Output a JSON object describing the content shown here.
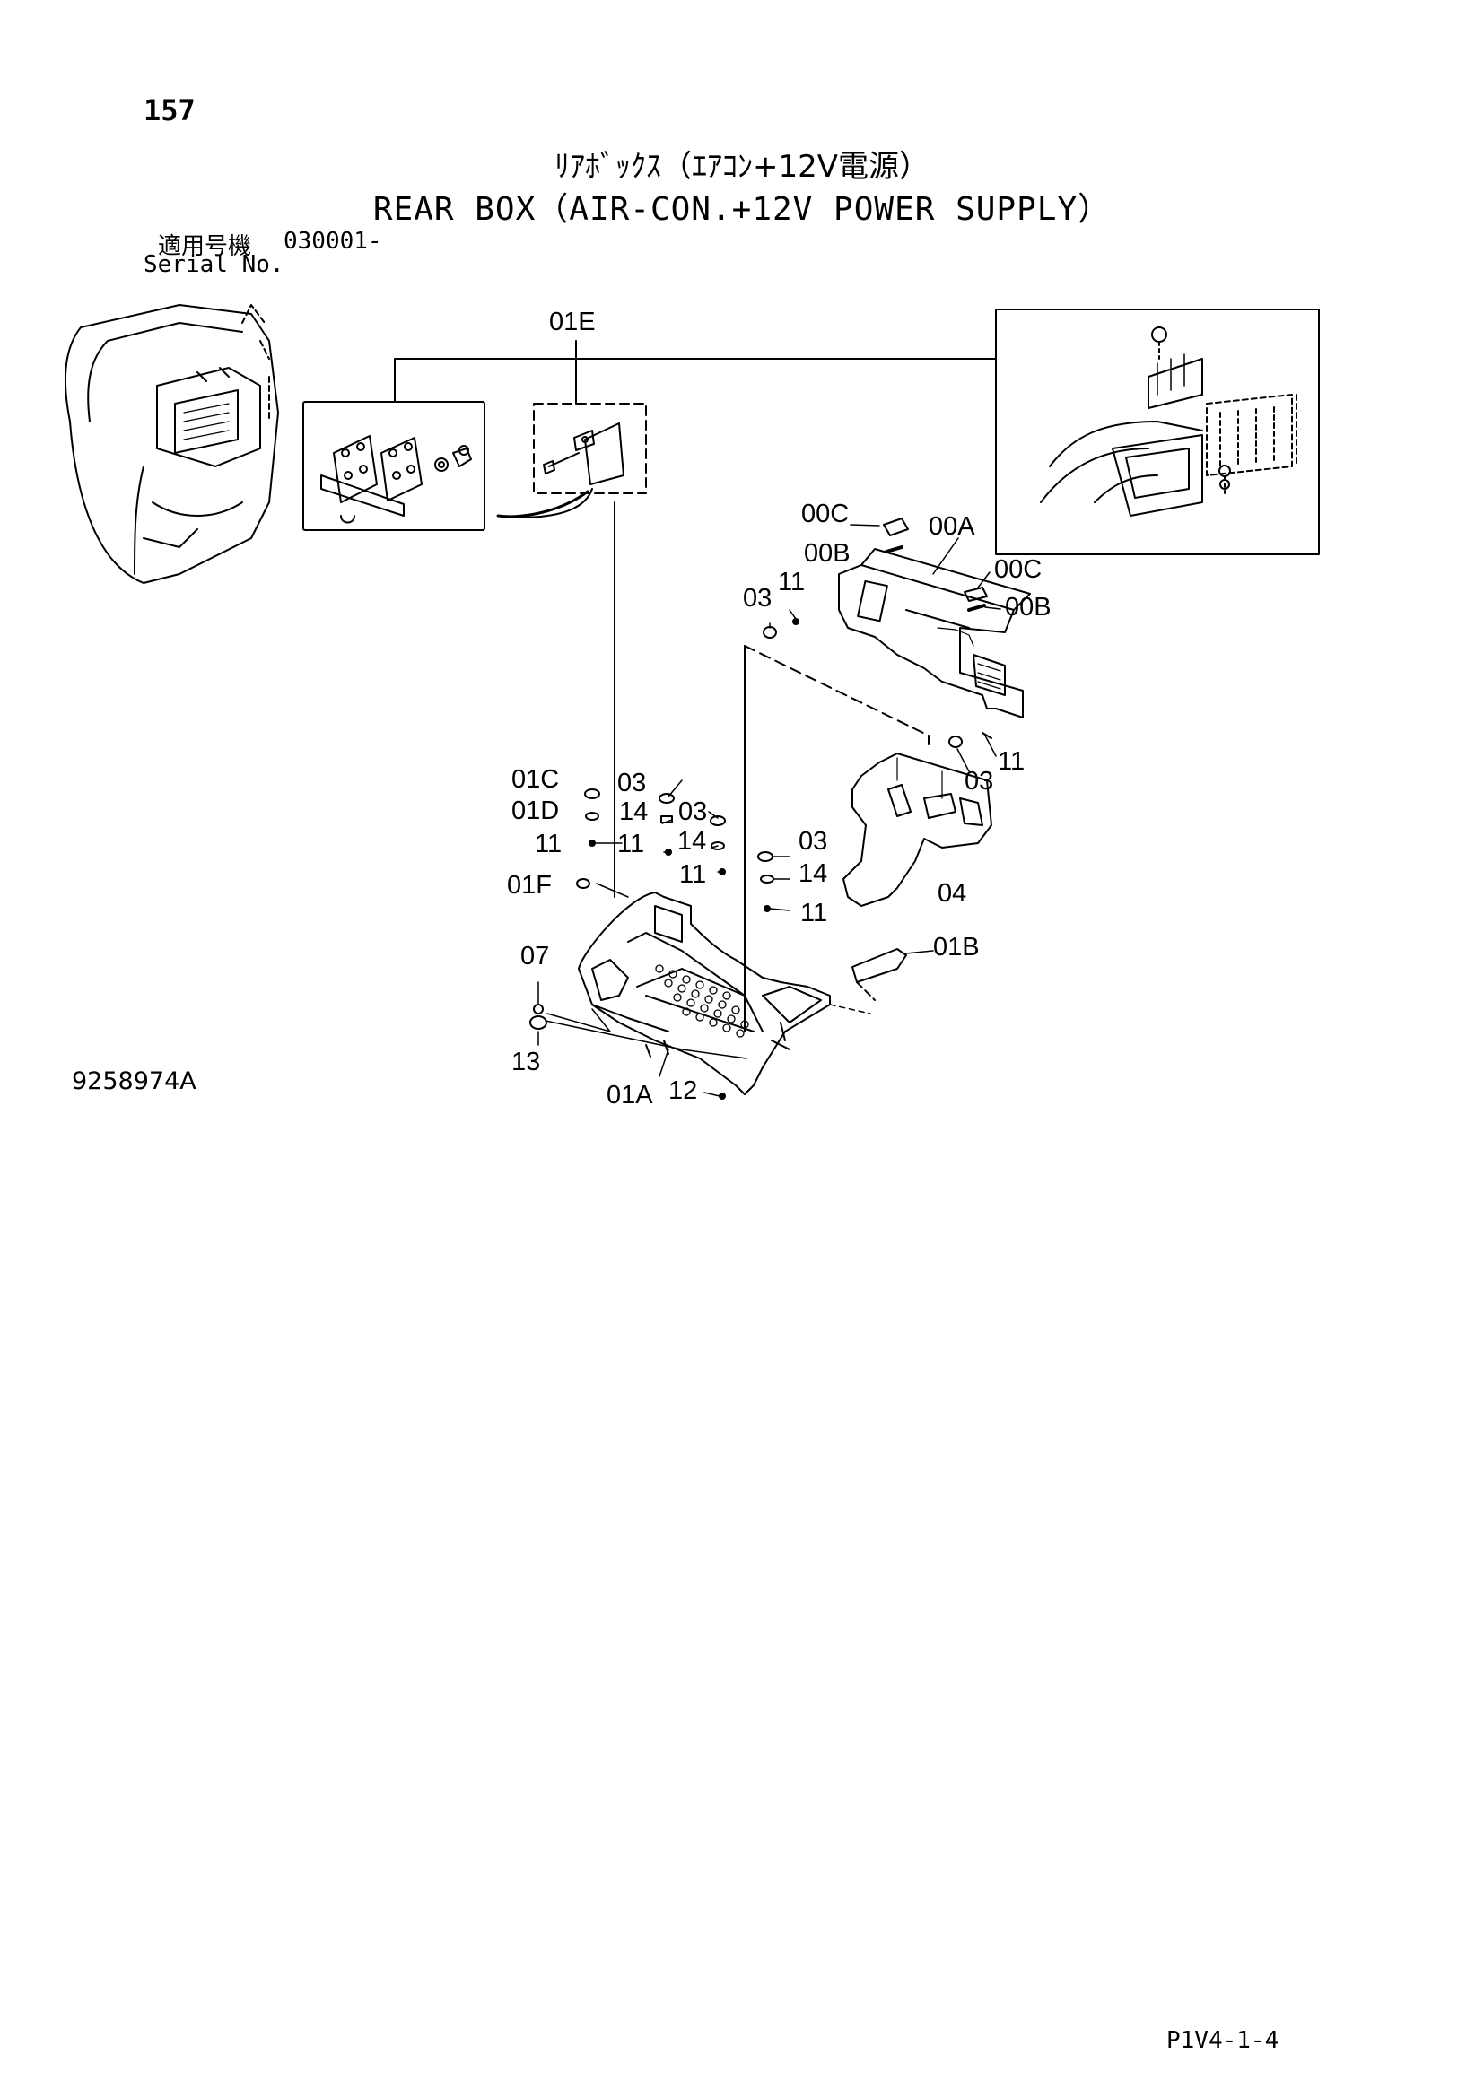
{
  "page_number": "157",
  "title_jp": "ﾘｱﾎﾞｯｸｽ（ｴｱｺﾝ+12V電源）",
  "title_en": "REAR BOX（AIR-CON.+12V POWER SUPPLY）",
  "serial_label_jp": "適用号機",
  "serial_label_en": "Serial No.",
  "serial_value": "030001-",
  "drawing_number": "9258974A",
  "sheet_code": "P1V4-1-4",
  "callouts": {
    "c01E": "01E",
    "c00C_top": "00C",
    "c00A": "00A",
    "c00B_top": "00B",
    "c00C_right": "00C",
    "c00B_right": "00B",
    "c03_a": "03",
    "c11_a": "11",
    "c11_b": "11",
    "c03_b": "03",
    "c01C": "01C",
    "c03_c": "03",
    "c01D": "01D",
    "c14_a": "14",
    "c03_d": "03",
    "c11_c": "11",
    "c11_d": "11",
    "c14_b": "14",
    "c03_e": "03",
    "c01F": "01F",
    "c11_e": "11",
    "c14_c": "14",
    "c04": "04",
    "c11_f": "11",
    "c01B": "01B",
    "c07": "07",
    "c13": "13",
    "c01A": "01A",
    "c12": "12"
  }
}
